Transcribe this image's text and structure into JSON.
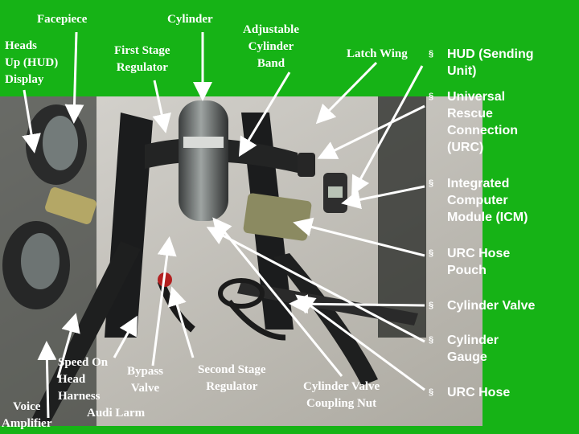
{
  "labels": {
    "facepiece": "Facepiece",
    "cylinder": "Cylinder",
    "heads_up_display": "Heads\nUp (HUD)\nDisplay",
    "first_stage_regulator": "First Stage\nRegulator",
    "adjustable_cylinder_band": "Adjustable\nCylinder\nBand",
    "latch_wing": "Latch Wing",
    "speed_on": "Speed On",
    "head_harness": "Head\nHarness",
    "bypass_valve": "Bypass\nValve",
    "voice_amplifier": "Voice\nAmplifier",
    "audi_larm": "Audi Larm",
    "second_stage_regulator": "Second Stage\nRegulator",
    "cylinder_valve_coupling_nut": "Cylinder Valve\nCoupling Nut"
  },
  "bullets": [
    {
      "text": "HUD (Sending\nUnit)"
    },
    {
      "text": "Universal\nRescue\nConnection\n(URC)"
    },
    {
      "text": "Integrated\nComputer\nModule (ICM)"
    },
    {
      "text": "URC Hose\nPouch"
    },
    {
      "text": "Cylinder Valve"
    },
    {
      "text": "Cylinder\nGauge"
    },
    {
      "text": "URC Hose"
    }
  ],
  "bullet_glyph": "§",
  "colors": {
    "background": "#16b316",
    "photo_table": "#b9b6ae",
    "label_text": "#ffffff",
    "arrow": "#ffffff"
  }
}
